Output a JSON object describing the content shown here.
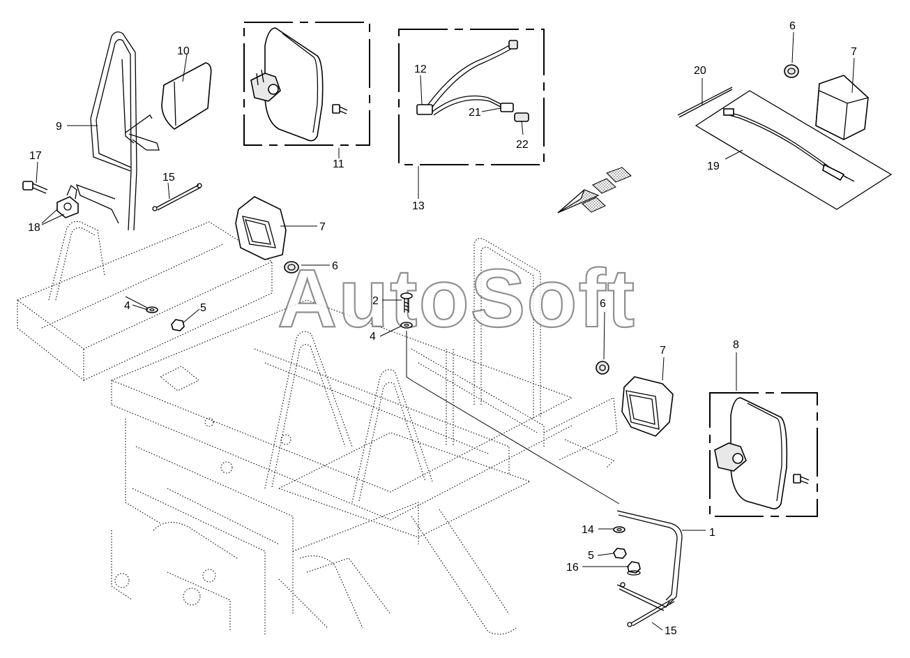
{
  "watermark": "AutoSoft",
  "callouts": [
    {
      "id": "c1",
      "text": "1"
    },
    {
      "id": "c2",
      "text": "2"
    },
    {
      "id": "c4a",
      "text": "4"
    },
    {
      "id": "c4b",
      "text": "4"
    },
    {
      "id": "c5a",
      "text": "5"
    },
    {
      "id": "c5b",
      "text": "5"
    },
    {
      "id": "c6a",
      "text": "6"
    },
    {
      "id": "c6b",
      "text": "6"
    },
    {
      "id": "c6c",
      "text": "6"
    },
    {
      "id": "c7a",
      "text": "7"
    },
    {
      "id": "c7b",
      "text": "7"
    },
    {
      "id": "c7c",
      "text": "7"
    },
    {
      "id": "c8",
      "text": "8"
    },
    {
      "id": "c9",
      "text": "9"
    },
    {
      "id": "c10",
      "text": "10"
    },
    {
      "id": "c11",
      "text": "11"
    },
    {
      "id": "c12",
      "text": "12"
    },
    {
      "id": "c13",
      "text": "13"
    },
    {
      "id": "c14",
      "text": "14"
    },
    {
      "id": "c15a",
      "text": "15"
    },
    {
      "id": "c15b",
      "text": "15"
    },
    {
      "id": "c16",
      "text": "16"
    },
    {
      "id": "c17",
      "text": "17"
    },
    {
      "id": "c18",
      "text": "18"
    },
    {
      "id": "c19",
      "text": "19"
    },
    {
      "id": "c20",
      "text": "20"
    },
    {
      "id": "c21",
      "text": "21"
    },
    {
      "id": "c22",
      "text": "22"
    }
  ]
}
